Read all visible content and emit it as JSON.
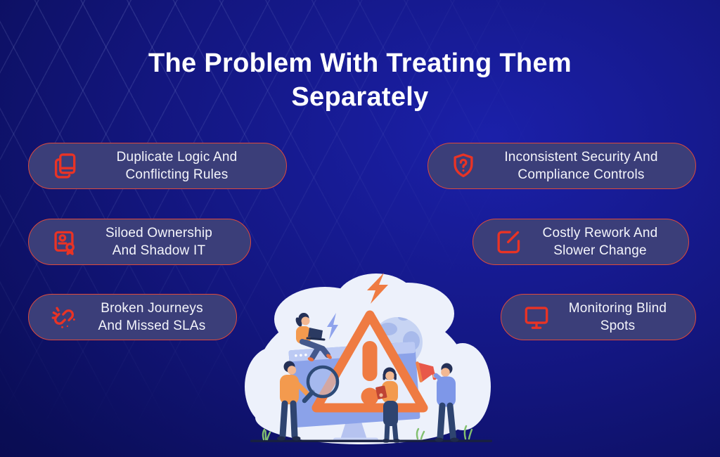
{
  "title": "The Problem With Treating Them Separately",
  "cards": [
    {
      "id": "duplicate-logic",
      "icon": "copy-books-icon",
      "line1": "Duplicate Logic And",
      "line2": "Conflicting Rules"
    },
    {
      "id": "siloed-ownership",
      "icon": "certificate-icon",
      "line1": "Siloed Ownership",
      "line2": "And Shadow IT"
    },
    {
      "id": "broken-journeys",
      "icon": "broken-link-icon",
      "line1": "Broken Journeys",
      "line2": "And Missed SLAs"
    },
    {
      "id": "inconsistent-security",
      "icon": "shield-question-icon",
      "line1": "Inconsistent Security And",
      "line2": "Compliance Controls"
    },
    {
      "id": "costly-rework",
      "icon": "edit-square-icon",
      "line1": "Costly Rework And",
      "line2": "Slower Change"
    },
    {
      "id": "monitoring-blind",
      "icon": "monitor-icon",
      "line1": "Monitoring Blind",
      "line2": "Spots"
    }
  ],
  "colors": {
    "background_dark": "#0a0d55",
    "background_bright": "#1b20a9",
    "card_fill": "#3b3e79",
    "card_border": "#dd4a3c",
    "icon_red": "#e93325",
    "title_text": "#ffffff",
    "card_text": "#f4f5fb",
    "triangle_orange": "#ef7b42",
    "grid_line": "#a5b4eb"
  }
}
